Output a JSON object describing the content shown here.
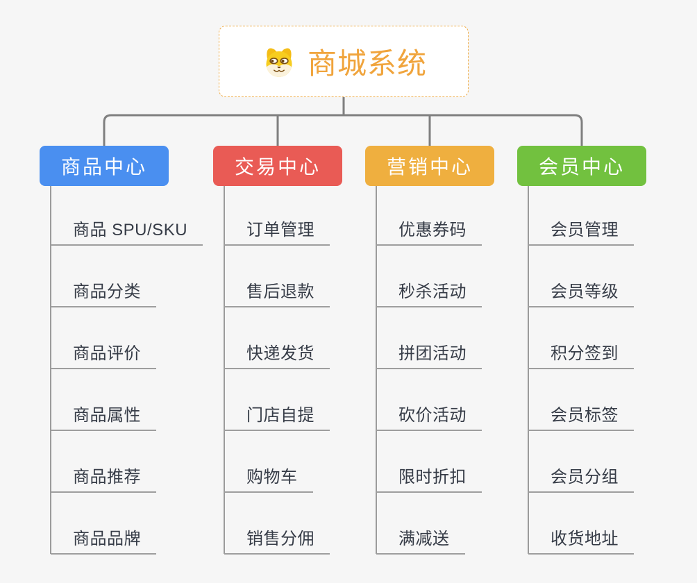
{
  "root": {
    "title": "商城系统",
    "icon": "dog-face-icon",
    "title_color": "#F0A43C",
    "border_color": "#EFAD49"
  },
  "colors": {
    "connector": "#7F7F7F",
    "rail": "#9B9B9B",
    "underline": "#9E9E9E",
    "background": "#F6F6F6"
  },
  "branches": [
    {
      "label": "商品中心",
      "color": "#4A8FF0",
      "items": [
        "商品 SPU/SKU",
        "商品分类",
        "商品评价",
        "商品属性",
        "商品推荐",
        "商品品牌"
      ]
    },
    {
      "label": "交易中心",
      "color": "#E95B55",
      "items": [
        "订单管理",
        "售后退款",
        "快递发货",
        "门店自提",
        "购物车",
        "销售分佣"
      ]
    },
    {
      "label": "营销中心",
      "color": "#EFAF3F",
      "items": [
        "优惠券码",
        "秒杀活动",
        "拼团活动",
        "砍价活动",
        "限时折扣",
        "满减送"
      ]
    },
    {
      "label": "会员中心",
      "color": "#72C13F",
      "items": [
        "会员管理",
        "会员等级",
        "积分签到",
        "会员标签",
        "会员分组",
        "收货地址"
      ]
    }
  ]
}
